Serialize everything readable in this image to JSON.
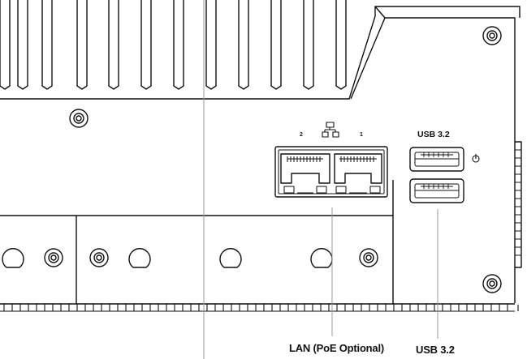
{
  "panel_labels": {
    "usb_marking": "USB 3.2",
    "lan_port_2": "2",
    "lan_port_1": "1"
  },
  "callouts": {
    "lan": "LAN (PoE Optional)",
    "usb": "USB 3.2"
  },
  "icons": {
    "network": "network-icon",
    "power": "power-icon"
  },
  "colors": {
    "line": "#111111",
    "background": "#ffffff",
    "leader": "#9a9a9a"
  }
}
